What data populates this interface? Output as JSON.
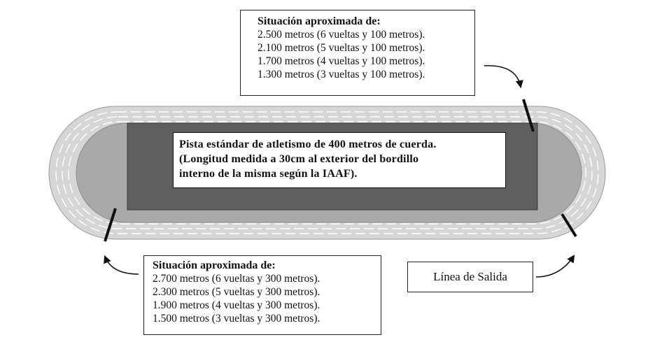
{
  "diagram": {
    "top_note": {
      "heading": "Situación aproximada de:",
      "lines": [
        "2.500 metros (6 vueltas y 100 metros).",
        "2.100 metros (5 vueltas y 100 metros).",
        "1.700 metros (4 vueltas y 100 metros).",
        "1.300 metros (3 vueltas y 100 metros)."
      ]
    },
    "center_note": {
      "lines": [
        "Pista estándar de atletismo de 400 metros de cuerda.",
        "(Longitud medida a 30cm al exterior del bordillo",
        "interno de la misma según la IAAF)."
      ]
    },
    "bottom_note": {
      "heading": "Situación aproximada de:",
      "lines": [
        "2.700 metros (6 vueltas y 300 metros).",
        "2.300 metros (5 vueltas y 300 metros).",
        "1.900 metros (4 vueltas y 300 metros).",
        "1.500 metros (3 vueltas y 300 metros)."
      ]
    },
    "start_label": "Línea de Salida",
    "colors": {
      "outer_track": "#d6d6d6",
      "curve_fill": "#a9a9a9",
      "infield": "#5f5f5f",
      "lane_lines": "#ffffff",
      "marker": "#111111"
    }
  }
}
